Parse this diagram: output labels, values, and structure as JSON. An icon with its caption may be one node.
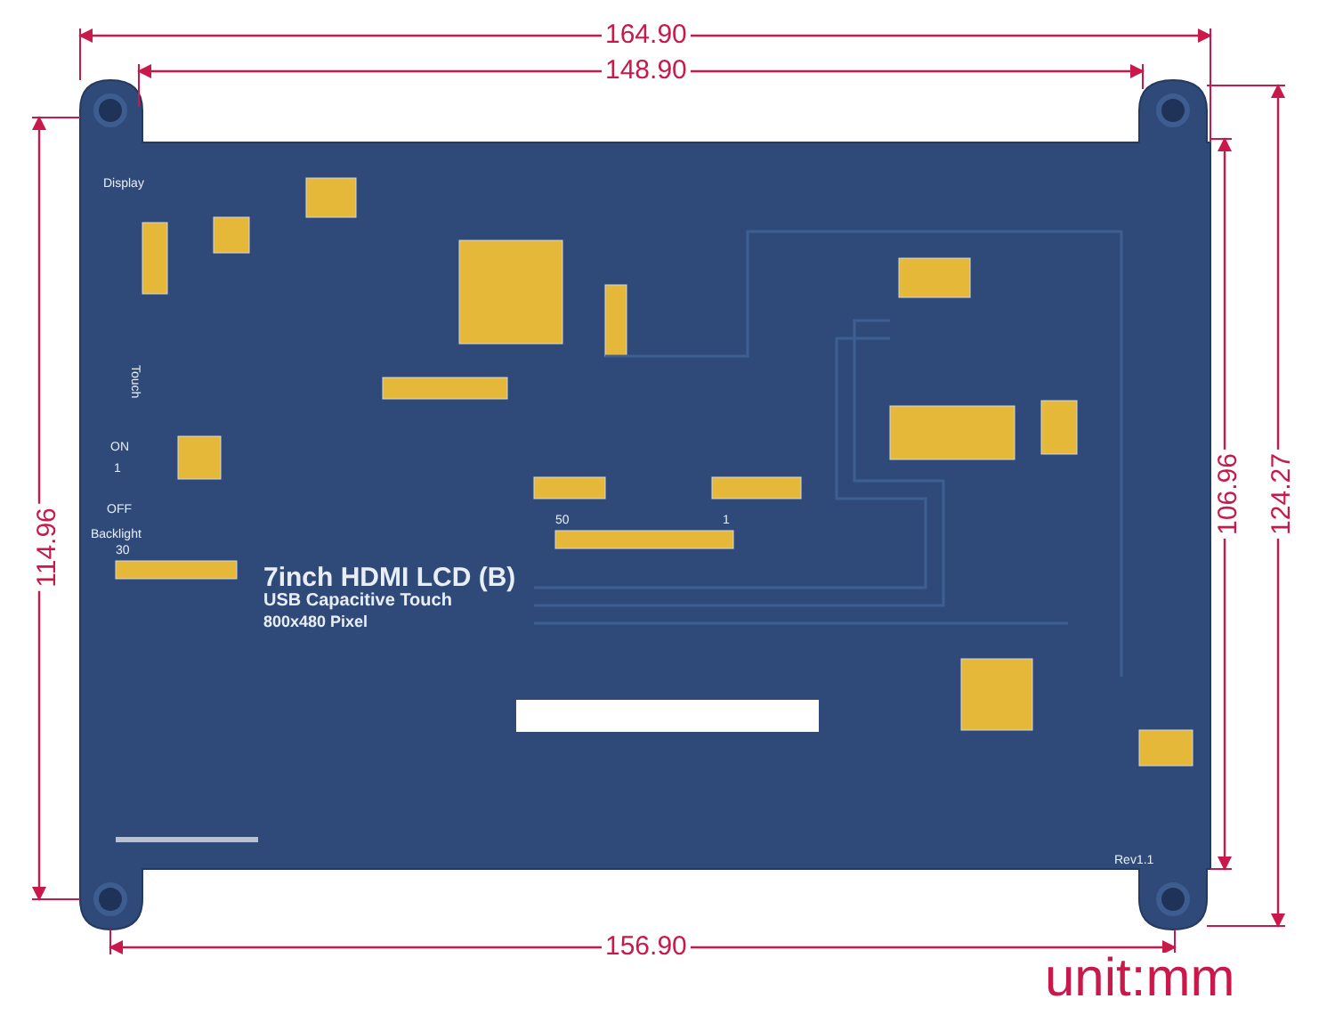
{
  "diagram": {
    "labels": [
      "164.90",
      "148.90",
      "Display",
      "Touch",
      "ON",
      "1",
      "OFF",
      "Backlight",
      "114.96",
      "106.96",
      "124.27",
      "30",
      "50",
      "1",
      "7inch HDMI LCD (B)",
      "USB Capacitive Touch",
      "800x480 Pixel",
      "Rev1.1",
      "156.90",
      "unit:mm"
    ]
  }
}
